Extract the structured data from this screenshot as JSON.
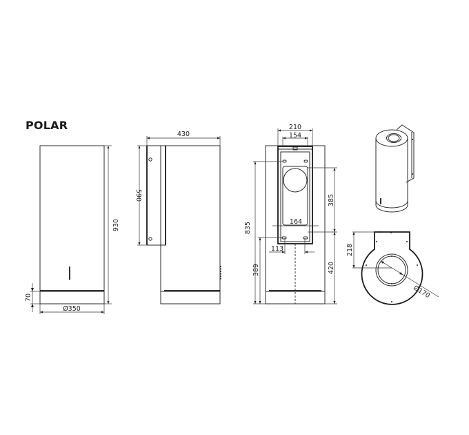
{
  "title": "POLAR",
  "views": {
    "front": {
      "height_label": "930",
      "base_height_label": "70",
      "diameter_label": "Ø350"
    },
    "side": {
      "depth_label": "430",
      "bracket_height_label": "590"
    },
    "back": {
      "outer_width_label": "210",
      "inner_width_label": "154",
      "hole_spacing_label": "164",
      "bottom_hole_offset_label": "113",
      "total_height_label": "835",
      "lower_height_label": "389",
      "bracket_span_label": "385",
      "lower_right_label": "420"
    },
    "top": {
      "bracket_depth_label": "218",
      "duct_diameter_label": "Ø170"
    }
  },
  "colors": {
    "line": "#2a2a2a",
    "background": "#ffffff"
  }
}
